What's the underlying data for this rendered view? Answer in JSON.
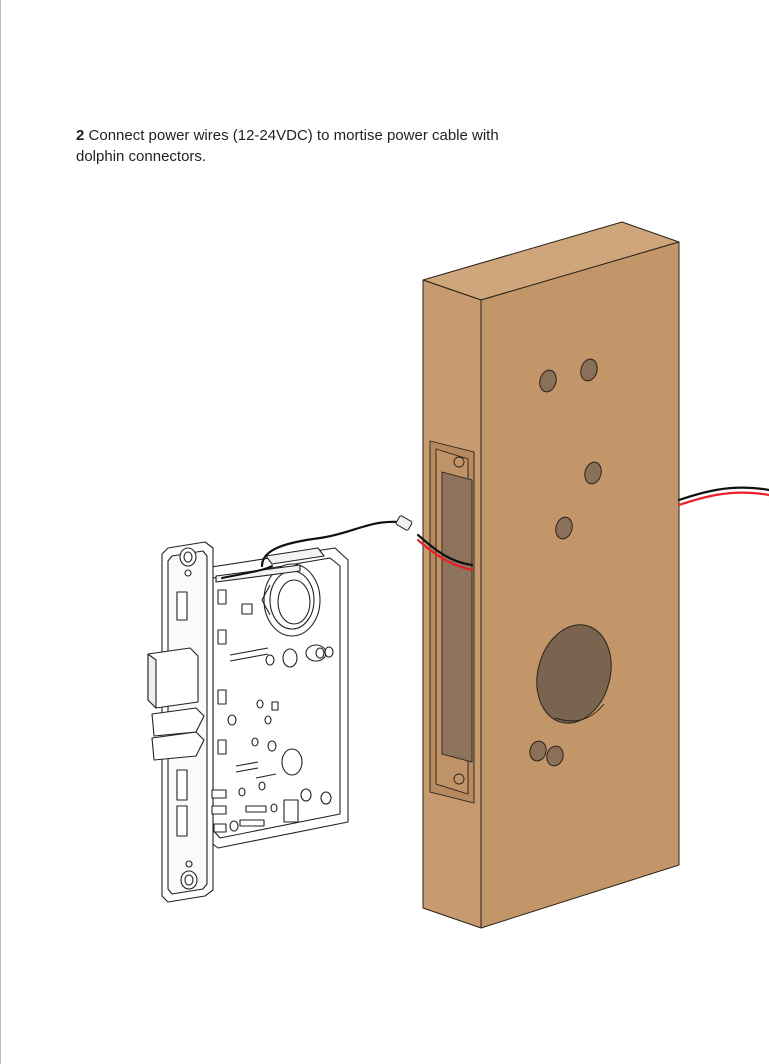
{
  "instruction": {
    "step_number": "2",
    "text": "Connect power wires (12-24VDC) to mortise power cable with dolphin connectors."
  },
  "illustration": {
    "subject": "mortise-lock-and-door-prep",
    "colors": {
      "door_face": "#c3966a",
      "door_edge": "#c79b6f",
      "door_top": "#cfa57b",
      "hole": "#8a7059",
      "mortise_pocket": "#8d735d",
      "wire_red": "#e8202a",
      "wire_black": "#111111",
      "lock_body": "#ffffff",
      "outline": "#222222"
    }
  }
}
